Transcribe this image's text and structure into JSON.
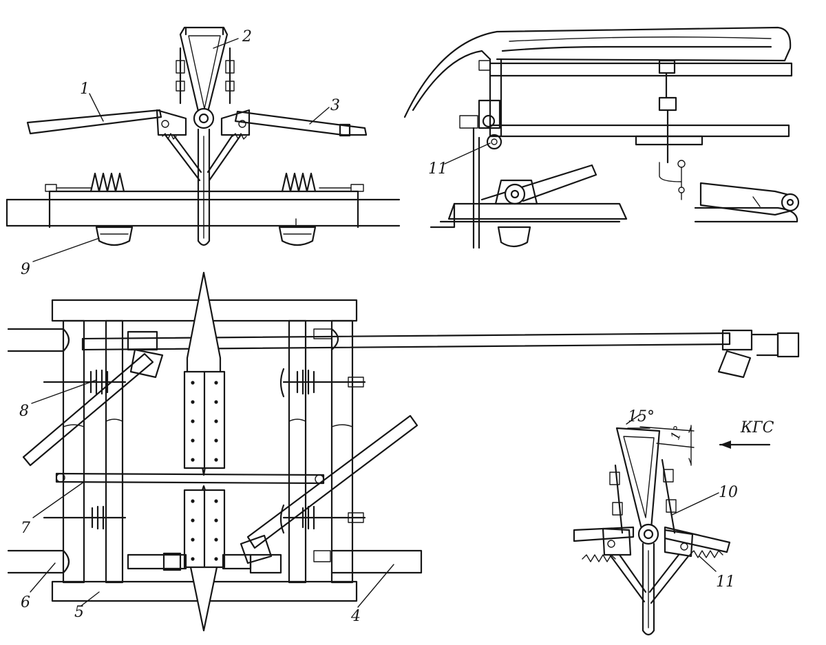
{
  "labels": {
    "n1": "1",
    "n2": "2",
    "n3": "3",
    "n4": "4",
    "n5": "5",
    "n6": "6",
    "n7": "7",
    "n8": "8",
    "n9": "9",
    "n10": "10",
    "n11a": "11",
    "n11b": "11",
    "angle15": "15°",
    "angle1": "1°",
    "direction": "КГС"
  }
}
